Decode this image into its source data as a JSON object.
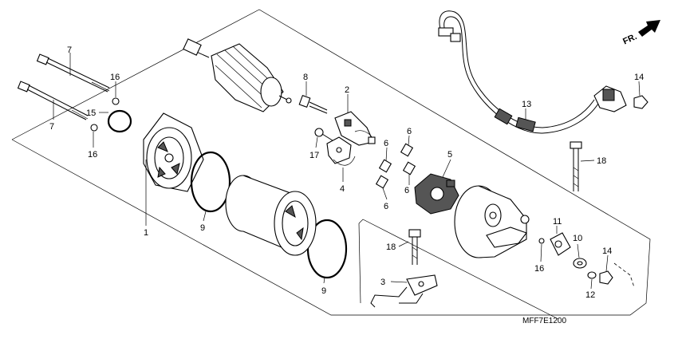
{
  "callouts": {
    "c1": "1",
    "c2": "2",
    "c3": "3",
    "c4": "4",
    "c5": "5",
    "c6a": "6",
    "c6b": "6",
    "c6c": "6",
    "c6d": "6",
    "c7a": "7",
    "c7b": "7",
    "c8": "8",
    "c9a": "9",
    "c9b": "9",
    "c10": "10",
    "c11": "11",
    "c12": "12",
    "c13": "13",
    "c14a": "14",
    "c14b": "14",
    "c15": "15",
    "c16a": "16",
    "c16b": "16",
    "c16c": "16",
    "c17": "17",
    "c18a": "18",
    "c18b": "18"
  },
  "direction_label": "FR.",
  "diagram_code": "MFF7E1200",
  "colors": {
    "line": "#000000",
    "background": "#ffffff",
    "shade": "#555555"
  },
  "icons": {
    "direction": "arrow-right-icon"
  }
}
